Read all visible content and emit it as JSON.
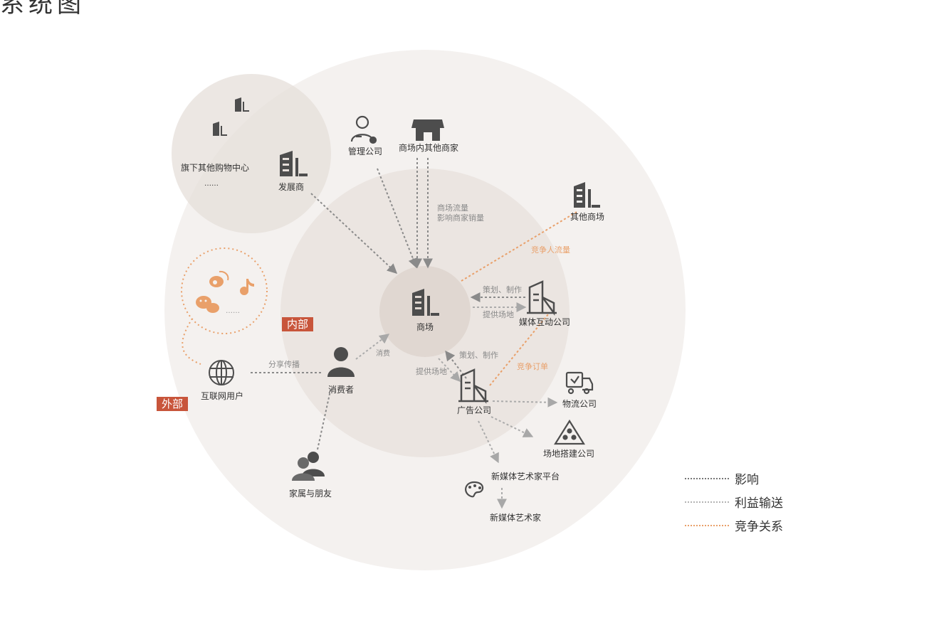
{
  "header": {
    "partial_title": "系统图"
  },
  "tags": {
    "inner": "内部",
    "outer": "外部"
  },
  "nodes": {
    "mall": "商场",
    "management": "管理公司",
    "merchants": "商场内其他商家",
    "developer": "发展商",
    "other_malls_group": "旗下其他购物中心",
    "other_malls_more": "……",
    "other_mall": "其他商场",
    "media": "媒体互动公司",
    "ad": "广告公司",
    "logistics": "物流公司",
    "venue": "场地搭建公司",
    "platform": "新媒体艺术家平台",
    "artist": "新媒体艺术家",
    "consumer": "消费者",
    "family": "家属与朋友",
    "internet": "互联网用户",
    "social_more": "……"
  },
  "edges": {
    "mall_traffic_1": "商场流量",
    "mall_traffic_2": "影响商家销量",
    "compete_traffic": "竞争人流量",
    "plan_make_1": "策划、制作",
    "provide_venue_1": "提供场地",
    "plan_make_2": "策划、制作",
    "provide_venue_2": "提供场地",
    "compete_orders": "竞争订单",
    "consume": "消费",
    "share": "分享传播"
  },
  "legend": [
    {
      "label": "影响",
      "color": "#777777"
    },
    {
      "label": "利益输送",
      "color": "#b3b3b3"
    },
    {
      "label": "竞争关系",
      "color": "#e9a06a"
    }
  ],
  "colors": {
    "accent": "#c8553b",
    "compete": "#e9a06a",
    "outer_circle": "#f4f1ef",
    "inner_circle": "#ebe5e1",
    "core": "#e0d7d1"
  }
}
